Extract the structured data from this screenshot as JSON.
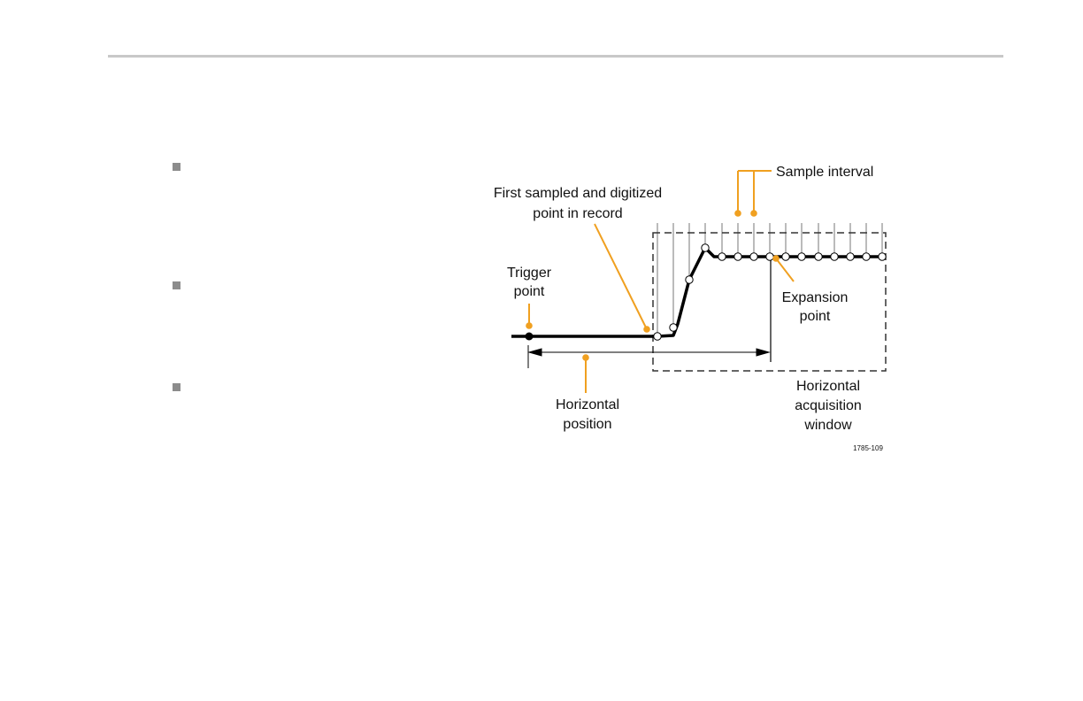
{
  "page": {
    "bullets": [
      "bullet-1",
      "bullet-2",
      "bullet-3"
    ]
  },
  "diagram": {
    "labels": {
      "sample_interval": "Sample interval",
      "first_sampled_line1": "First sampled and digitized",
      "first_sampled_line2": "point in record",
      "trigger_line1": "Trigger",
      "trigger_line2": "point",
      "expansion_line1": "Expansion",
      "expansion_line2": "point",
      "horizontal_position_line1": "Horizontal",
      "horizontal_position_line2": "position",
      "acq_window_line1": "Horizontal",
      "acq_window_line2": "acquisition",
      "acq_window_line3": "window",
      "figure_id": "1785-109"
    },
    "colors": {
      "callout": "#f0a020",
      "waveform": "#000000",
      "window_border": "#333333",
      "sample_tick": "#777777",
      "bullet": "#8c8c8c",
      "rule": "#c8c8c8"
    }
  }
}
